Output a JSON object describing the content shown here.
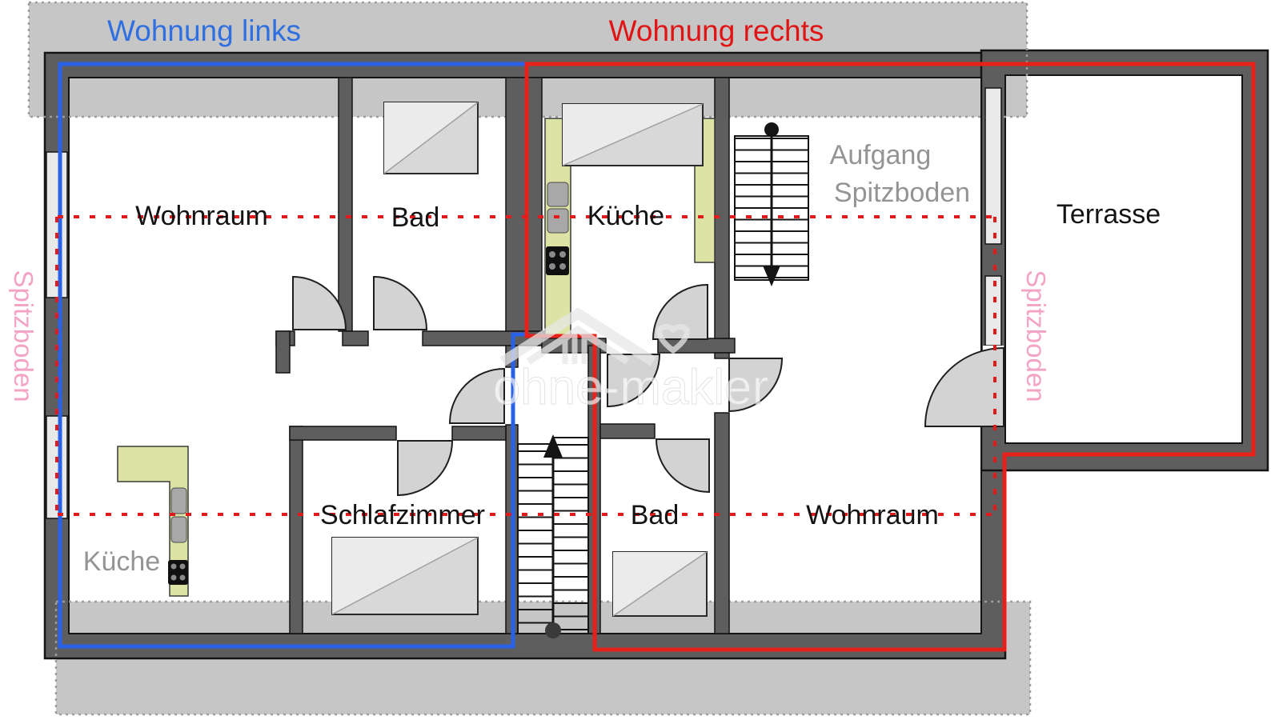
{
  "titles": {
    "left": "Wohnung links",
    "right": "Wohnung rechts"
  },
  "rooms": {
    "wohnraum_left": "Wohnraum",
    "bad_left": "Bad",
    "kueche_right": "Küche",
    "terrasse": "Terrasse",
    "kueche_left": "Küche",
    "schlafzimmer": "Schlafzimmer",
    "bad_right": "Bad",
    "wohnraum_right": "Wohnraum"
  },
  "annotations": {
    "aufgang_line1": "Aufgang",
    "aufgang_line2": "Spitzboden",
    "spitzboden_left": "Spitzboden",
    "spitzboden_right": "Spitzboden"
  },
  "watermark": {
    "text": "ohne-makler"
  },
  "colors": {
    "apartment_left_outline": "#2962e9",
    "apartment_right_outline": "#e6211a",
    "knee_wall_dotted": "#e11b1b",
    "wall": "#5e5e5e",
    "roof_band": "#c6c6c6",
    "kitchen_counter": "#dce3a4",
    "spitzboden_text": "#f3a3c4"
  }
}
